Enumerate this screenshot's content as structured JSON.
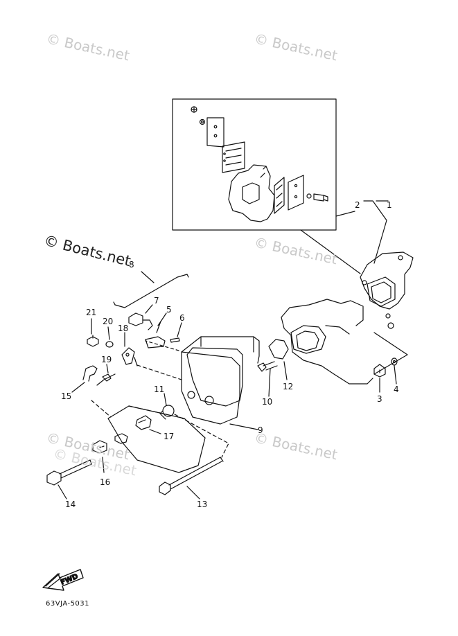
{
  "watermarks": [
    "© Boats.net",
    "© Boats.net",
    "© Boats.net",
    "© Boats.net",
    "© Boats.net",
    "© Boats.net",
    "© Boats.net"
  ],
  "callouts": [
    "1",
    "2",
    "3",
    "4",
    "5",
    "6",
    "7",
    "8",
    "9",
    "10",
    "11",
    "12",
    "13",
    "14",
    "15",
    "16",
    "17",
    "18",
    "19",
    "20",
    "21"
  ],
  "fwd_label": "FWD",
  "diagram_code": "63VJA-5031",
  "colors": {
    "line": "#111111",
    "watermark": "#c9c9c9",
    "background": "#ffffff"
  }
}
